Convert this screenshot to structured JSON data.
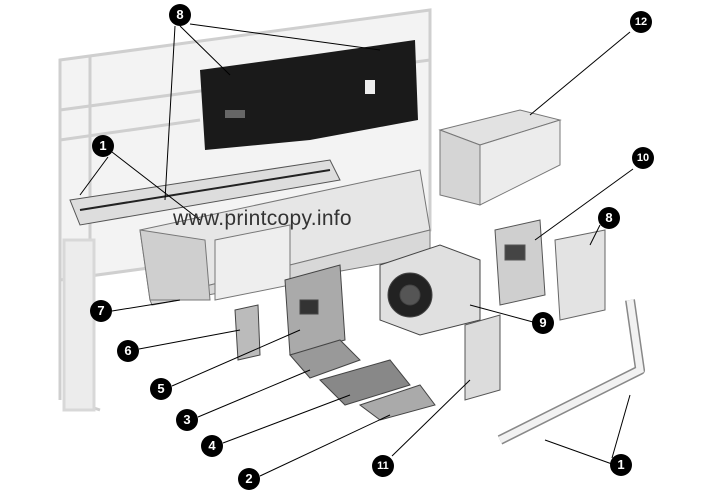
{
  "watermark": "www.printcopy.info",
  "callouts": {
    "c8_top": "8",
    "c12": "12",
    "c1_left": "1",
    "c10": "10",
    "c8_right": "8",
    "c7": "7",
    "c9": "9",
    "c6": "6",
    "c5": "5",
    "c3": "3",
    "c4": "4",
    "c11": "11",
    "c2": "2",
    "c1_bottom": "1"
  }
}
